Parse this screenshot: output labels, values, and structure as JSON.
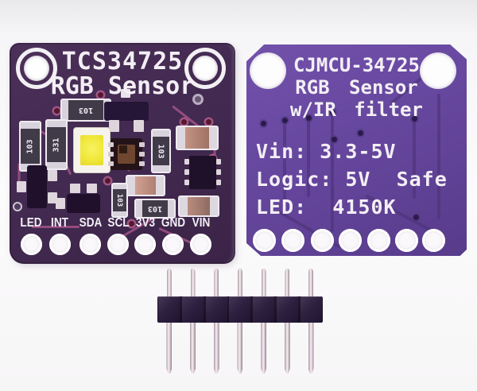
{
  "product": {
    "front_board": {
      "title_line1": "TCS34725",
      "title_line2": "RGB Sensor",
      "pin_labels": [
        "LED",
        "INT",
        "SDA",
        "SCL",
        "3V3",
        "GND",
        "VIN"
      ],
      "resistor_values": [
        "103",
        "103",
        "331",
        "103",
        "103",
        "103"
      ],
      "pcb_color": "#44294f",
      "trace_color": "#9d5083",
      "silkscreen_color": "#f3eff5",
      "led_color": "#f1e83c"
    },
    "back_board": {
      "title_line1": "CJMCU-34725",
      "title_line2": "RGB Sensor",
      "title_line3": "w/IR filter",
      "spec_line1": "Vin: 3.3-5V",
      "spec_line2": "Logic: 5V  Safe",
      "spec_line3": "LED:  4150K",
      "pcb_color": "#64479d",
      "silkscreen_color": "#f3eff5"
    },
    "pin_header": {
      "pin_count": 7
    }
  }
}
